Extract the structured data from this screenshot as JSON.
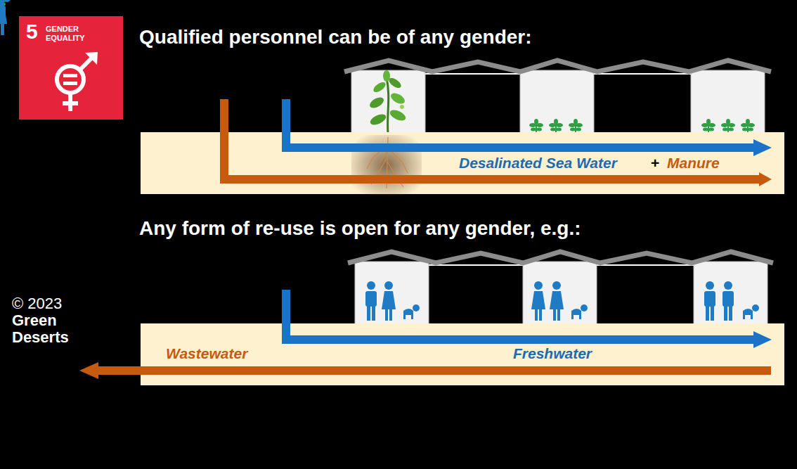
{
  "diagram": {
    "title": "Qualified personnel can be of any gender:",
    "nodes": [
      {
        "text": [
          "5",
          "GENDER EQUALITY"
        ]
      },
      {
        "text": [
          "Desalinated Sea Water",
          "+",
          "Manure"
        ]
      },
      {
        "text": [
          "Wastewater",
          "Freshwater"
        ]
      }
    ],
    "labels": [
      "Any form of re-use is open for any gender, e.g.:",
      "© 2023",
      "Green Deserts"
    ]
  }
}
